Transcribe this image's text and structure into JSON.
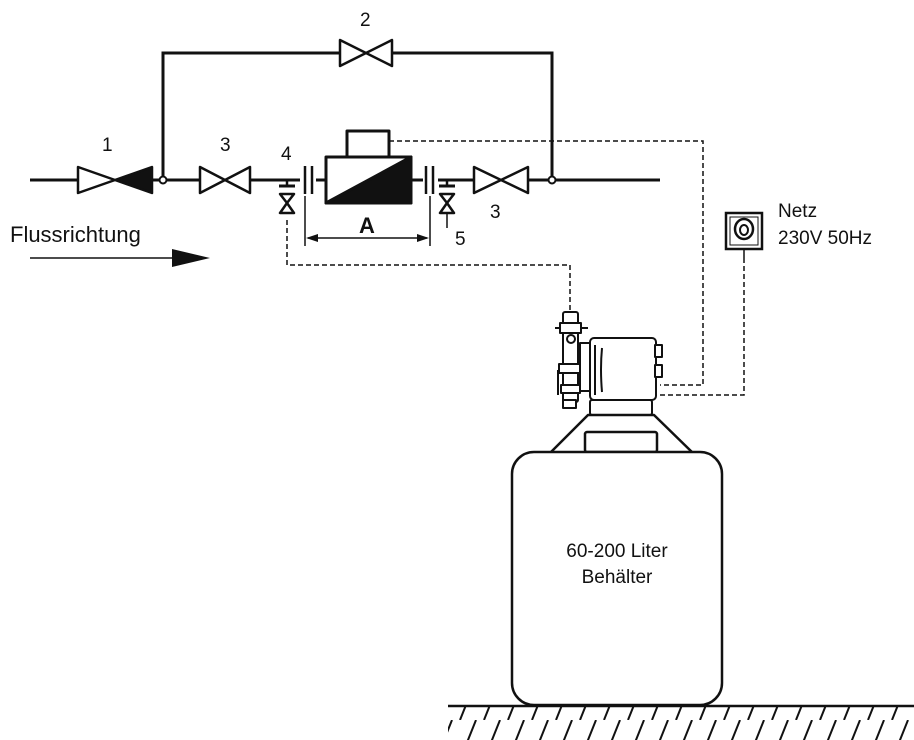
{
  "labels": {
    "valve_1": "1",
    "valve_2": "2",
    "valve_3_left": "3",
    "valve_3_right": "3",
    "tap_4": "4",
    "tap_5": "5",
    "dimension_a": "A",
    "flow_direction": "Flussrichtung",
    "mains_line1": "Netz",
    "mains_line2": "230V 50Hz",
    "tank_line1": "60-200 Liter",
    "tank_line2": "Behälter"
  },
  "colors": {
    "line": "#111111",
    "background": "#ffffff"
  }
}
